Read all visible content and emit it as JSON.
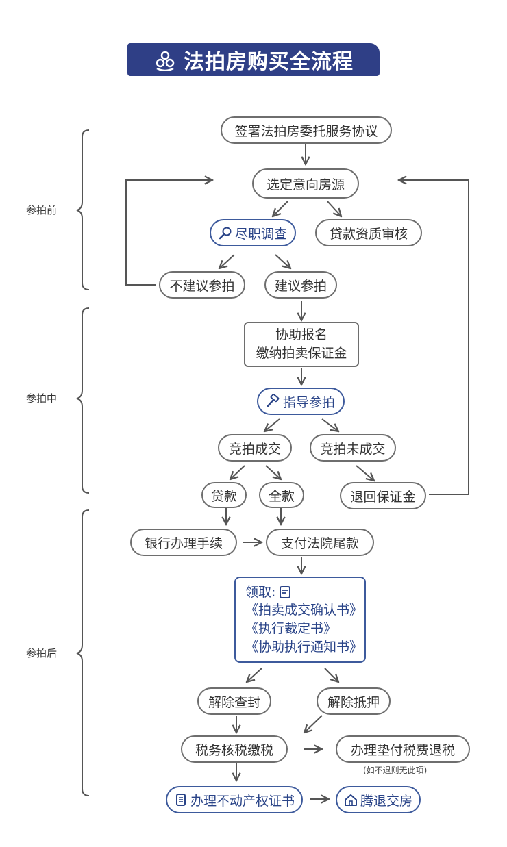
{
  "title": "法拍房购买全流程",
  "stages": {
    "before": "参拍前",
    "during": "参拍中",
    "after": "参拍后"
  },
  "nodes": {
    "sign_agreement": "签署法拍房委托服务协议",
    "select_property": "选定意向房源",
    "due_diligence": "尽职调查",
    "loan_review": "贷款资质审核",
    "not_recommended": "不建议参拍",
    "recommended": "建议参拍",
    "register_line1": "协助报名",
    "register_line2": "缴纳拍卖保证金",
    "guided_bidding": "指导参拍",
    "bid_success": "竞拍成交",
    "bid_fail": "竞拍未成交",
    "loan": "贷款",
    "full_payment": "全款",
    "refund_deposit": "退回保证金",
    "bank_procedures": "银行办理手续",
    "pay_court_balance": "支付法院尾款",
    "receive_label": "领取:",
    "doc1": "《拍卖成交确认书》",
    "doc2": "《执行裁定书》",
    "doc3": "《协助执行通知书》",
    "release_seal": "解除查封",
    "release_mortgage": "解除抵押",
    "tax_payment": "税务核税缴税",
    "advance_tax_refund": "办理垫付税费退税",
    "advance_note": "(如不退则无此项)",
    "property_certificate": "办理不动产权证书",
    "handover": "腾退交房"
  },
  "colors": {
    "banner": "#2f3f86",
    "accent": "#3d5a9c",
    "border": "#6e6e6e",
    "line": "#555555"
  },
  "icons": [
    "people-icon",
    "search-icon",
    "gavel-icon",
    "document-icon",
    "certificate-icon",
    "house-icon"
  ]
}
